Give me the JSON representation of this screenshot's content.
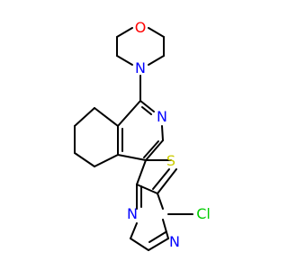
{
  "colors": {
    "background": "#ffffff",
    "bond": "#000000",
    "oxygen": "#ff0000",
    "nitrogen": "#0000ff",
    "sulfur": "#cccc00",
    "chlorine": "#00cc00"
  },
  "atom_labels": {
    "morpholine_o": "O",
    "morpholine_n": "N",
    "pyridine_n": "N",
    "thiophene_s": "S",
    "pyrimidine_n_upper": "N",
    "pyrimidine_n_lower": "N",
    "chloro": "Cl"
  }
}
